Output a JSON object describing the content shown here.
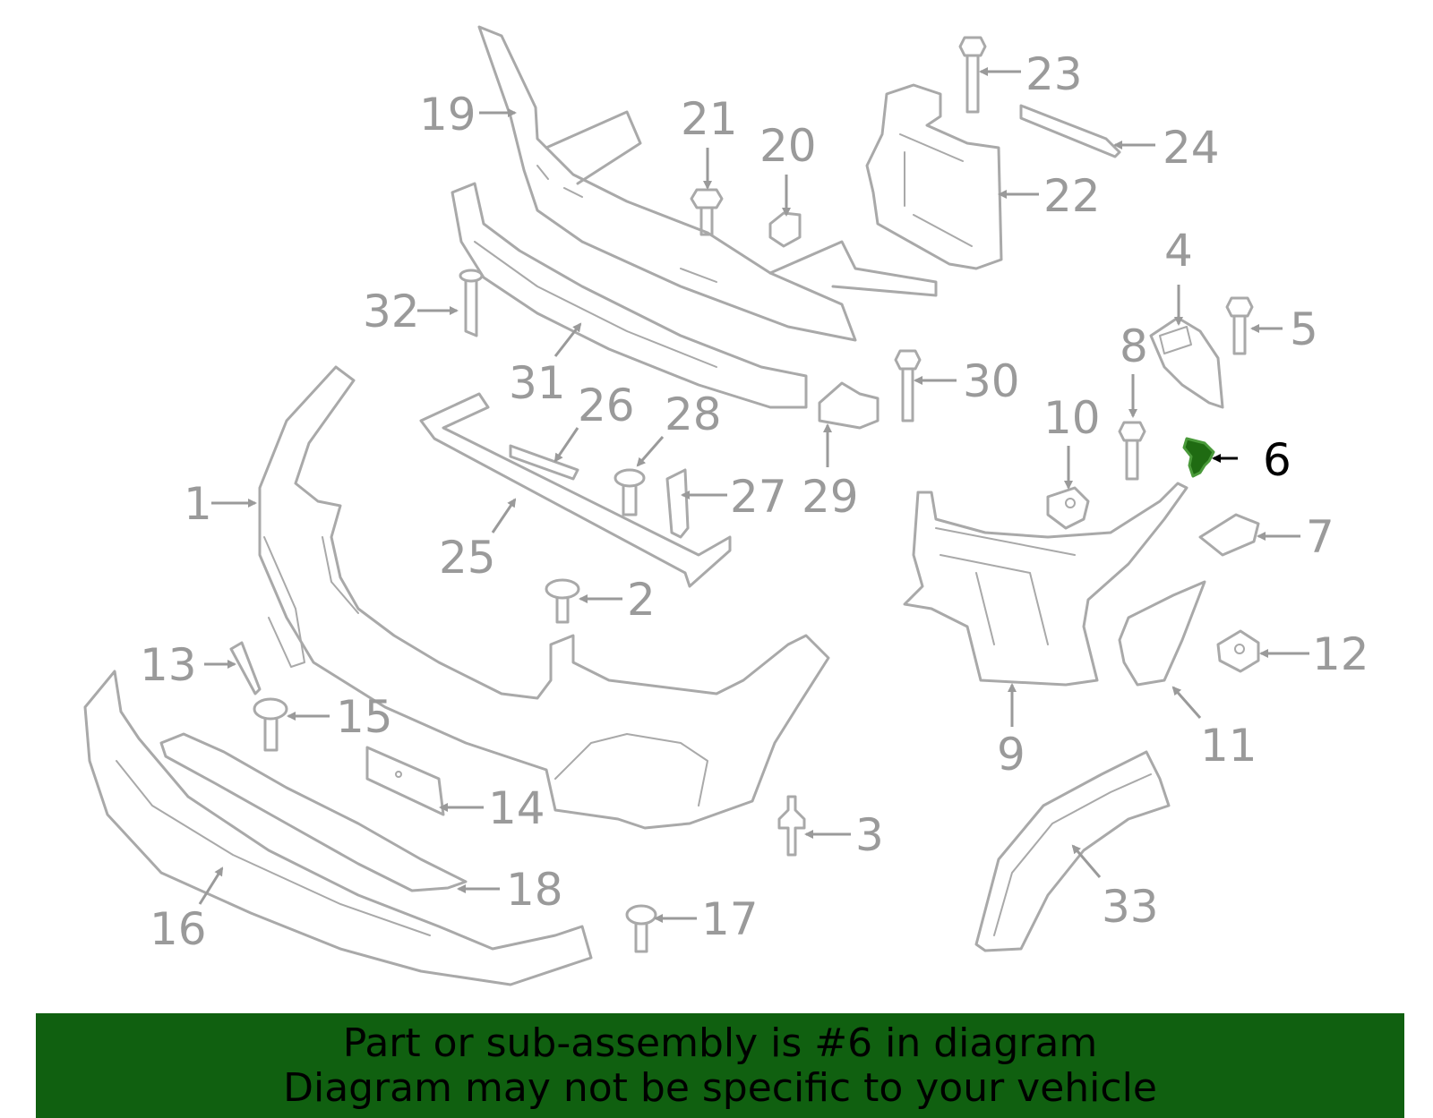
{
  "highlighted_part": "6",
  "colors": {
    "highlight_fill": "#1f6b12",
    "banner_background": "#106010",
    "line_art": "#a9a9a9",
    "callout_text": "#9a9a9a"
  },
  "callouts": [
    "1",
    "2",
    "3",
    "4",
    "5",
    "6",
    "7",
    "8",
    "9",
    "10",
    "11",
    "12",
    "13",
    "14",
    "15",
    "16",
    "17",
    "18",
    "19",
    "20",
    "21",
    "22",
    "23",
    "24",
    "25",
    "26",
    "27",
    "28",
    "29",
    "30",
    "31",
    "32",
    "33"
  ],
  "banner": {
    "line1": "Part or sub-assembly is #6 in diagram",
    "line2": "Diagram may not be specific to your vehicle"
  }
}
